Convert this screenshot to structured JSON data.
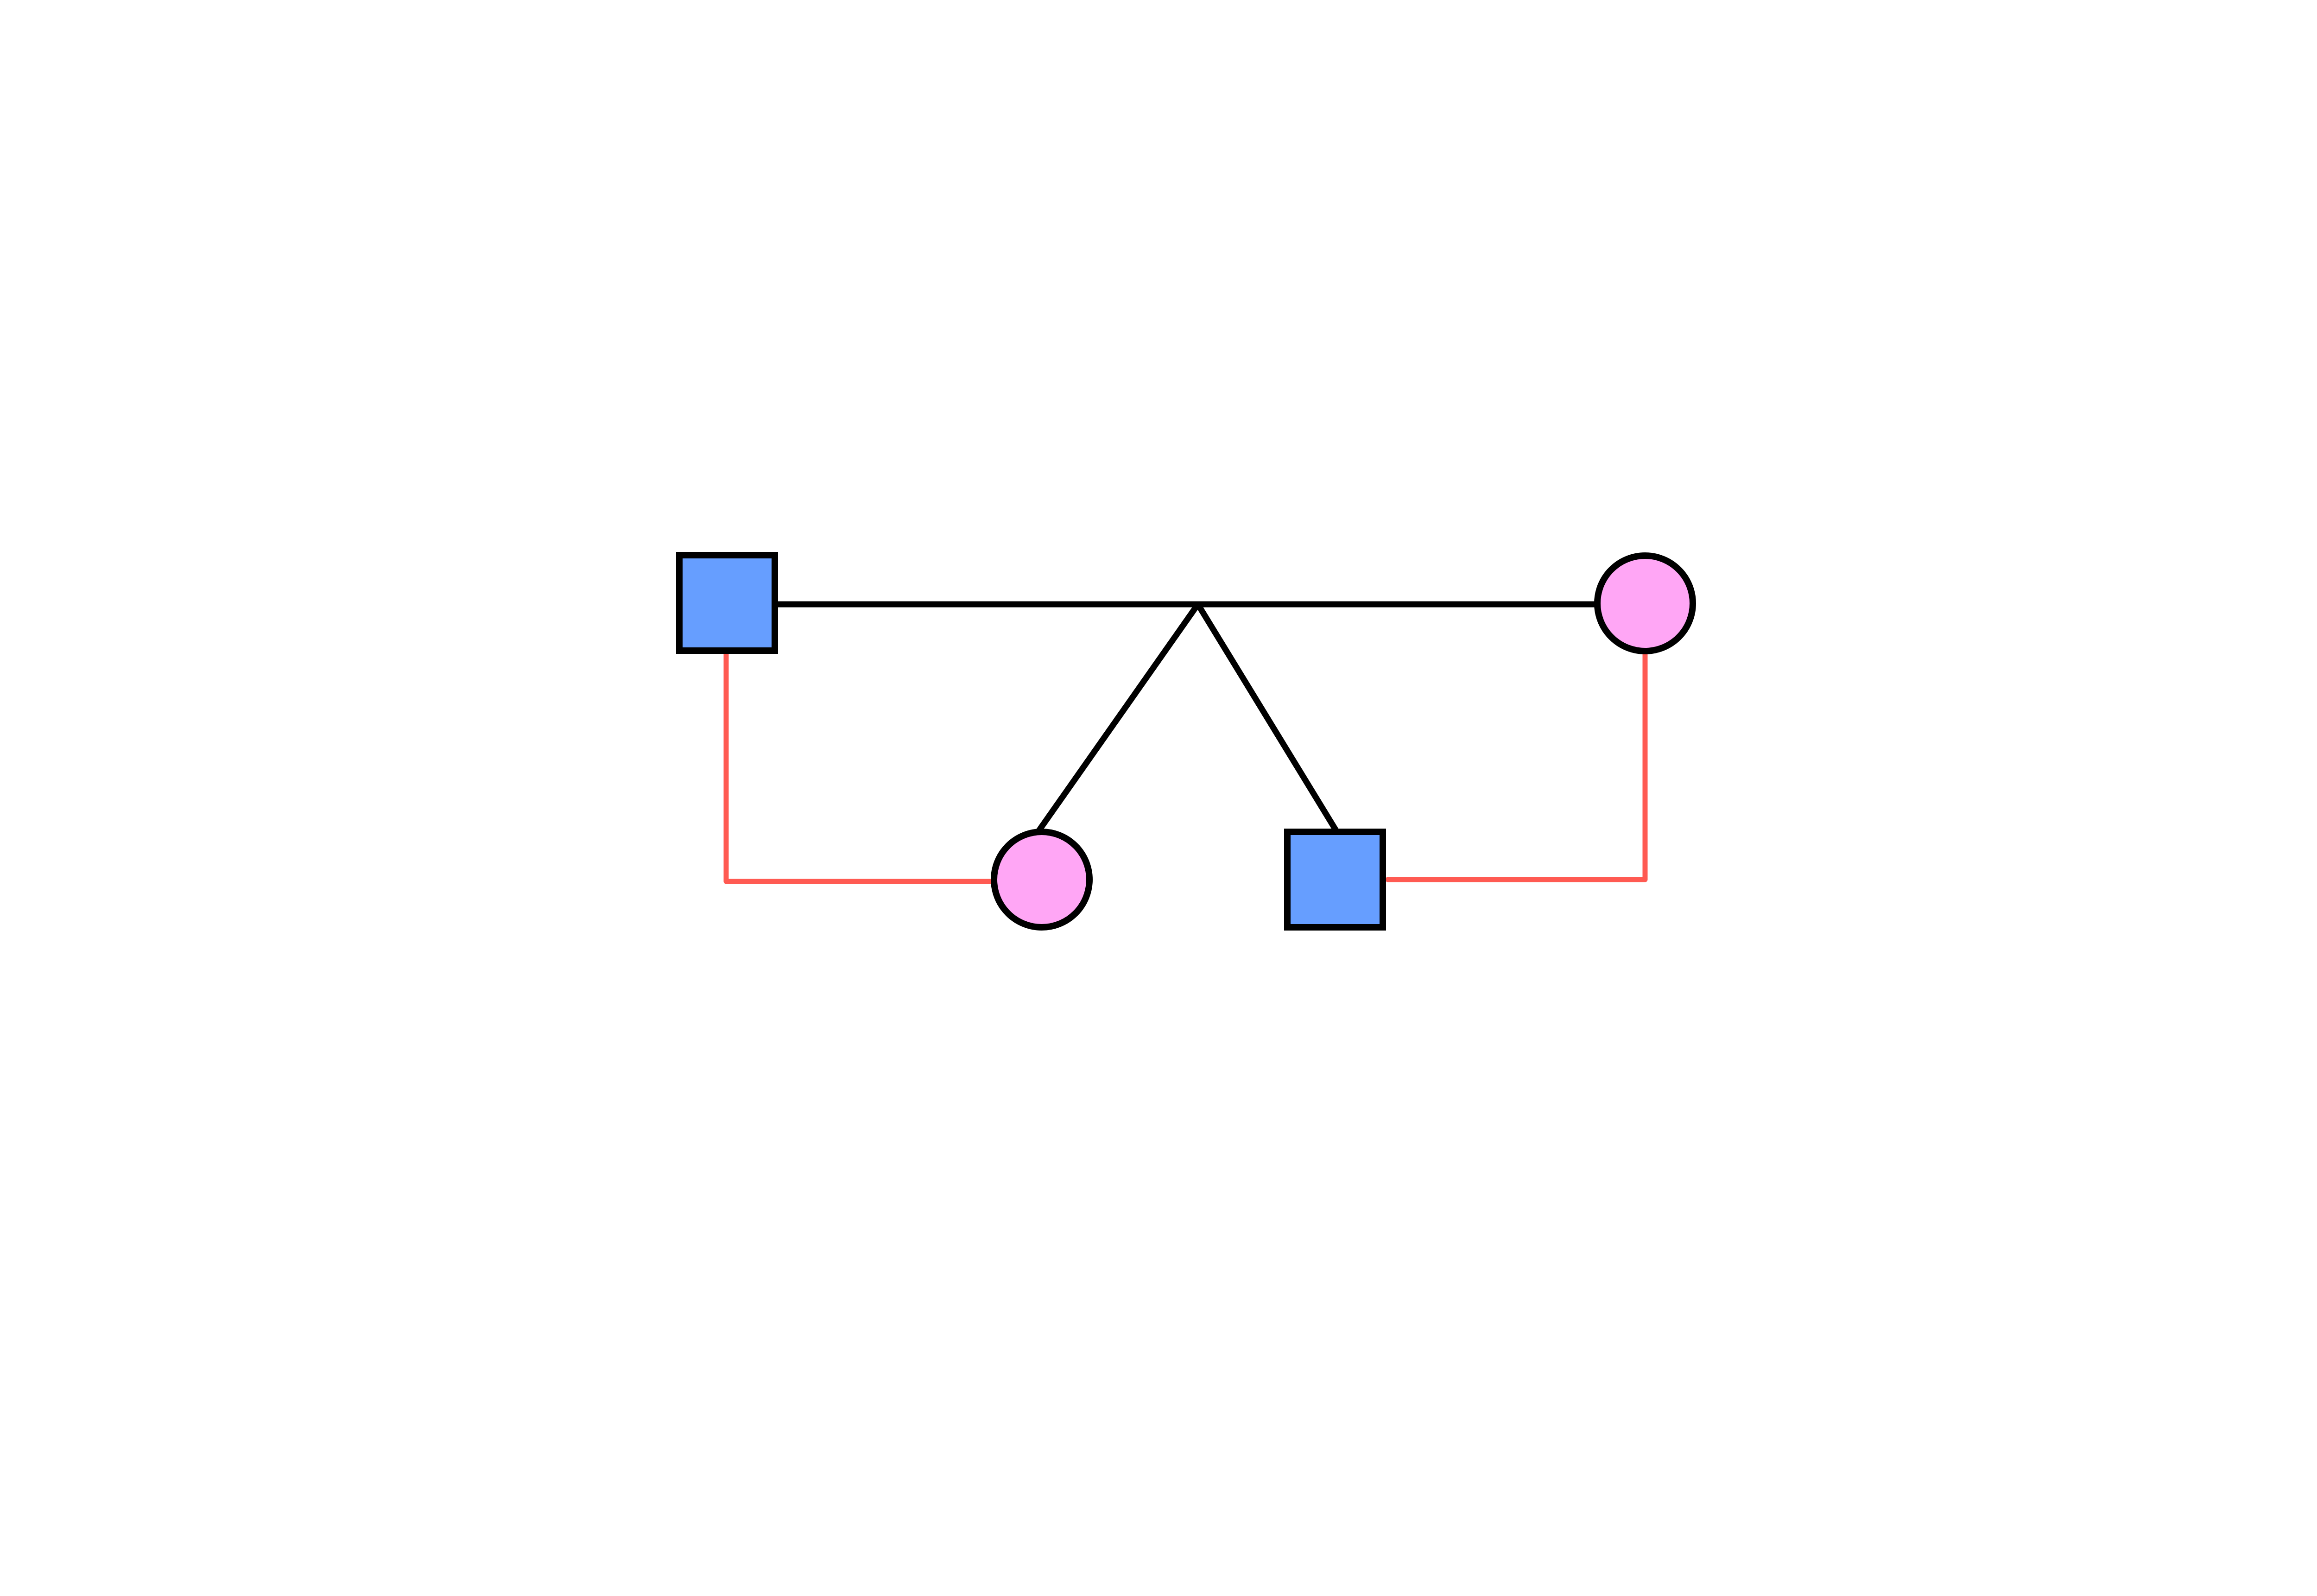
{
  "colors": {
    "male_fill": "#669EFF",
    "female_fill": "#FFA6F5",
    "outline": "#000000",
    "kinship_line": "#000000",
    "relation_line": "#FF5A52",
    "background": "#FFFFFF"
  },
  "individuals": [
    {
      "id": "father",
      "sex": "male",
      "generation": 1
    },
    {
      "id": "mother",
      "sex": "female",
      "generation": 1
    },
    {
      "id": "daughter",
      "sex": "female",
      "generation": 2
    },
    {
      "id": "son",
      "sex": "male",
      "generation": 2
    }
  ],
  "relationships": [
    {
      "type": "mating",
      "from": "father",
      "to": "mother"
    },
    {
      "type": "descent",
      "from": "union",
      "to": "daughter"
    },
    {
      "type": "descent",
      "from": "union",
      "to": "son"
    },
    {
      "type": "relation",
      "from": "father",
      "to": "daughter"
    },
    {
      "type": "relation",
      "from": "mother",
      "to": "son"
    }
  ]
}
